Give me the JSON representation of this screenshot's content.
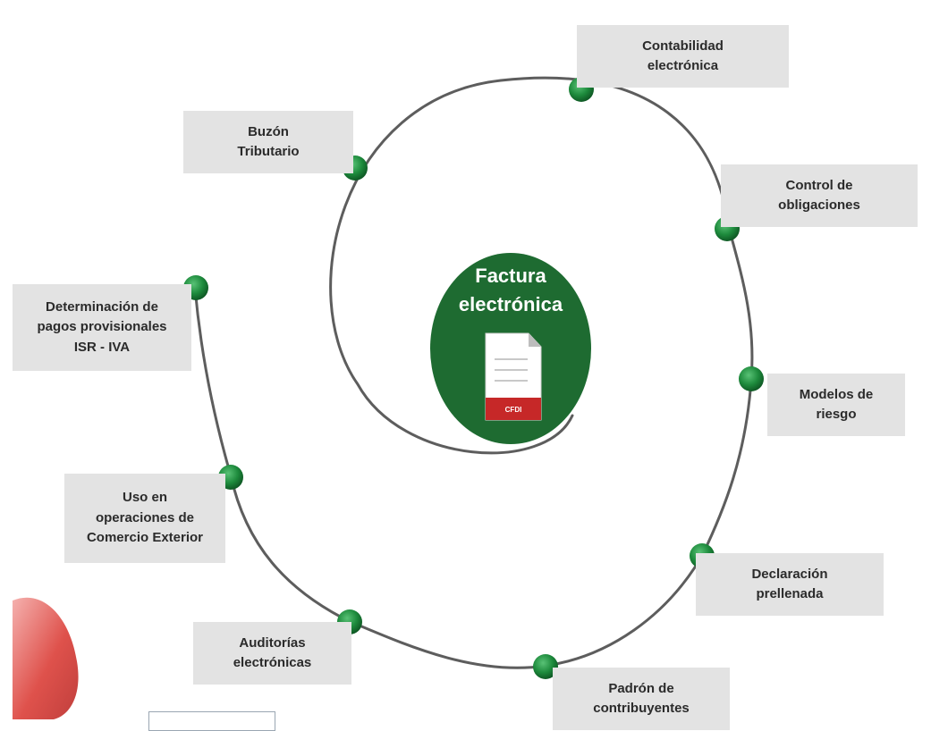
{
  "center": {
    "title": "Factura\nelectrónica",
    "document_badge": "CFDI"
  },
  "nodes": [
    {
      "id": "contabilidad",
      "label": "Contabilidad\nelectrónica"
    },
    {
      "id": "buzon",
      "label": "Buzón\nTributario"
    },
    {
      "id": "control",
      "label": "Control de\nobligaciones"
    },
    {
      "id": "determinacion",
      "label": "Determinación de\npagos provisionales\nISR - IVA"
    },
    {
      "id": "modelos",
      "label": "Modelos de\nriesgo"
    },
    {
      "id": "uso",
      "label": "Uso en\noperaciones de\nComercio Exterior"
    },
    {
      "id": "declaracion",
      "label": "Declaración\nprellenada"
    },
    {
      "id": "auditorias",
      "label": "Auditorías\nelectrónicas"
    },
    {
      "id": "padron",
      "label": "Padrón de\ncontribuyentes"
    }
  ],
  "colors": {
    "circle": "#1e6b31",
    "node_dot": "#1d8a3c",
    "spiral": "#5d5d5d",
    "box": "#e3e3e3",
    "badge": "#c62828"
  }
}
